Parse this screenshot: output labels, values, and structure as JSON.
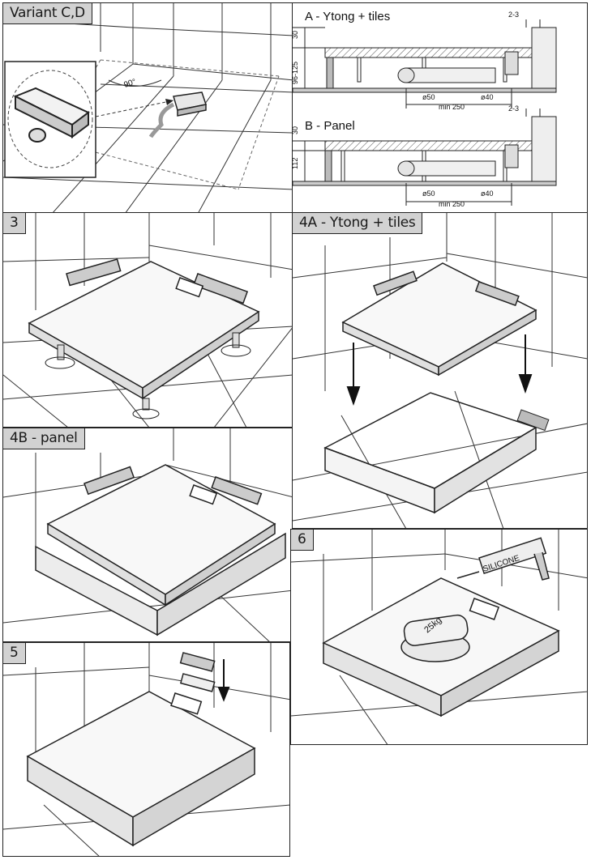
{
  "panels": {
    "variant_cd": {
      "label": "Variant C,D",
      "angle": "90°"
    },
    "sections": {
      "a_title": "A - Ytong + tiles",
      "b_title": "B - Panel",
      "gap": "2-3",
      "a_height_top": "30",
      "a_height_range": "96-125",
      "b_height_top": "30",
      "b_height": "112",
      "pipe_50": "ø50",
      "pipe_40": "ø40",
      "min_dist": "min 250"
    },
    "step3": {
      "label": "3"
    },
    "step4a": {
      "label": "4A - Ytong + tiles"
    },
    "step4b": {
      "label": "4B - panel"
    },
    "step5": {
      "label": "5"
    },
    "step6": {
      "label": "6",
      "silicone": "SILICONE",
      "weight": "25kg"
    }
  },
  "colors": {
    "line": "#222222",
    "tile": "#f4f4f4",
    "tag": "#d2d2d2",
    "shade": "#bdbdbd"
  }
}
